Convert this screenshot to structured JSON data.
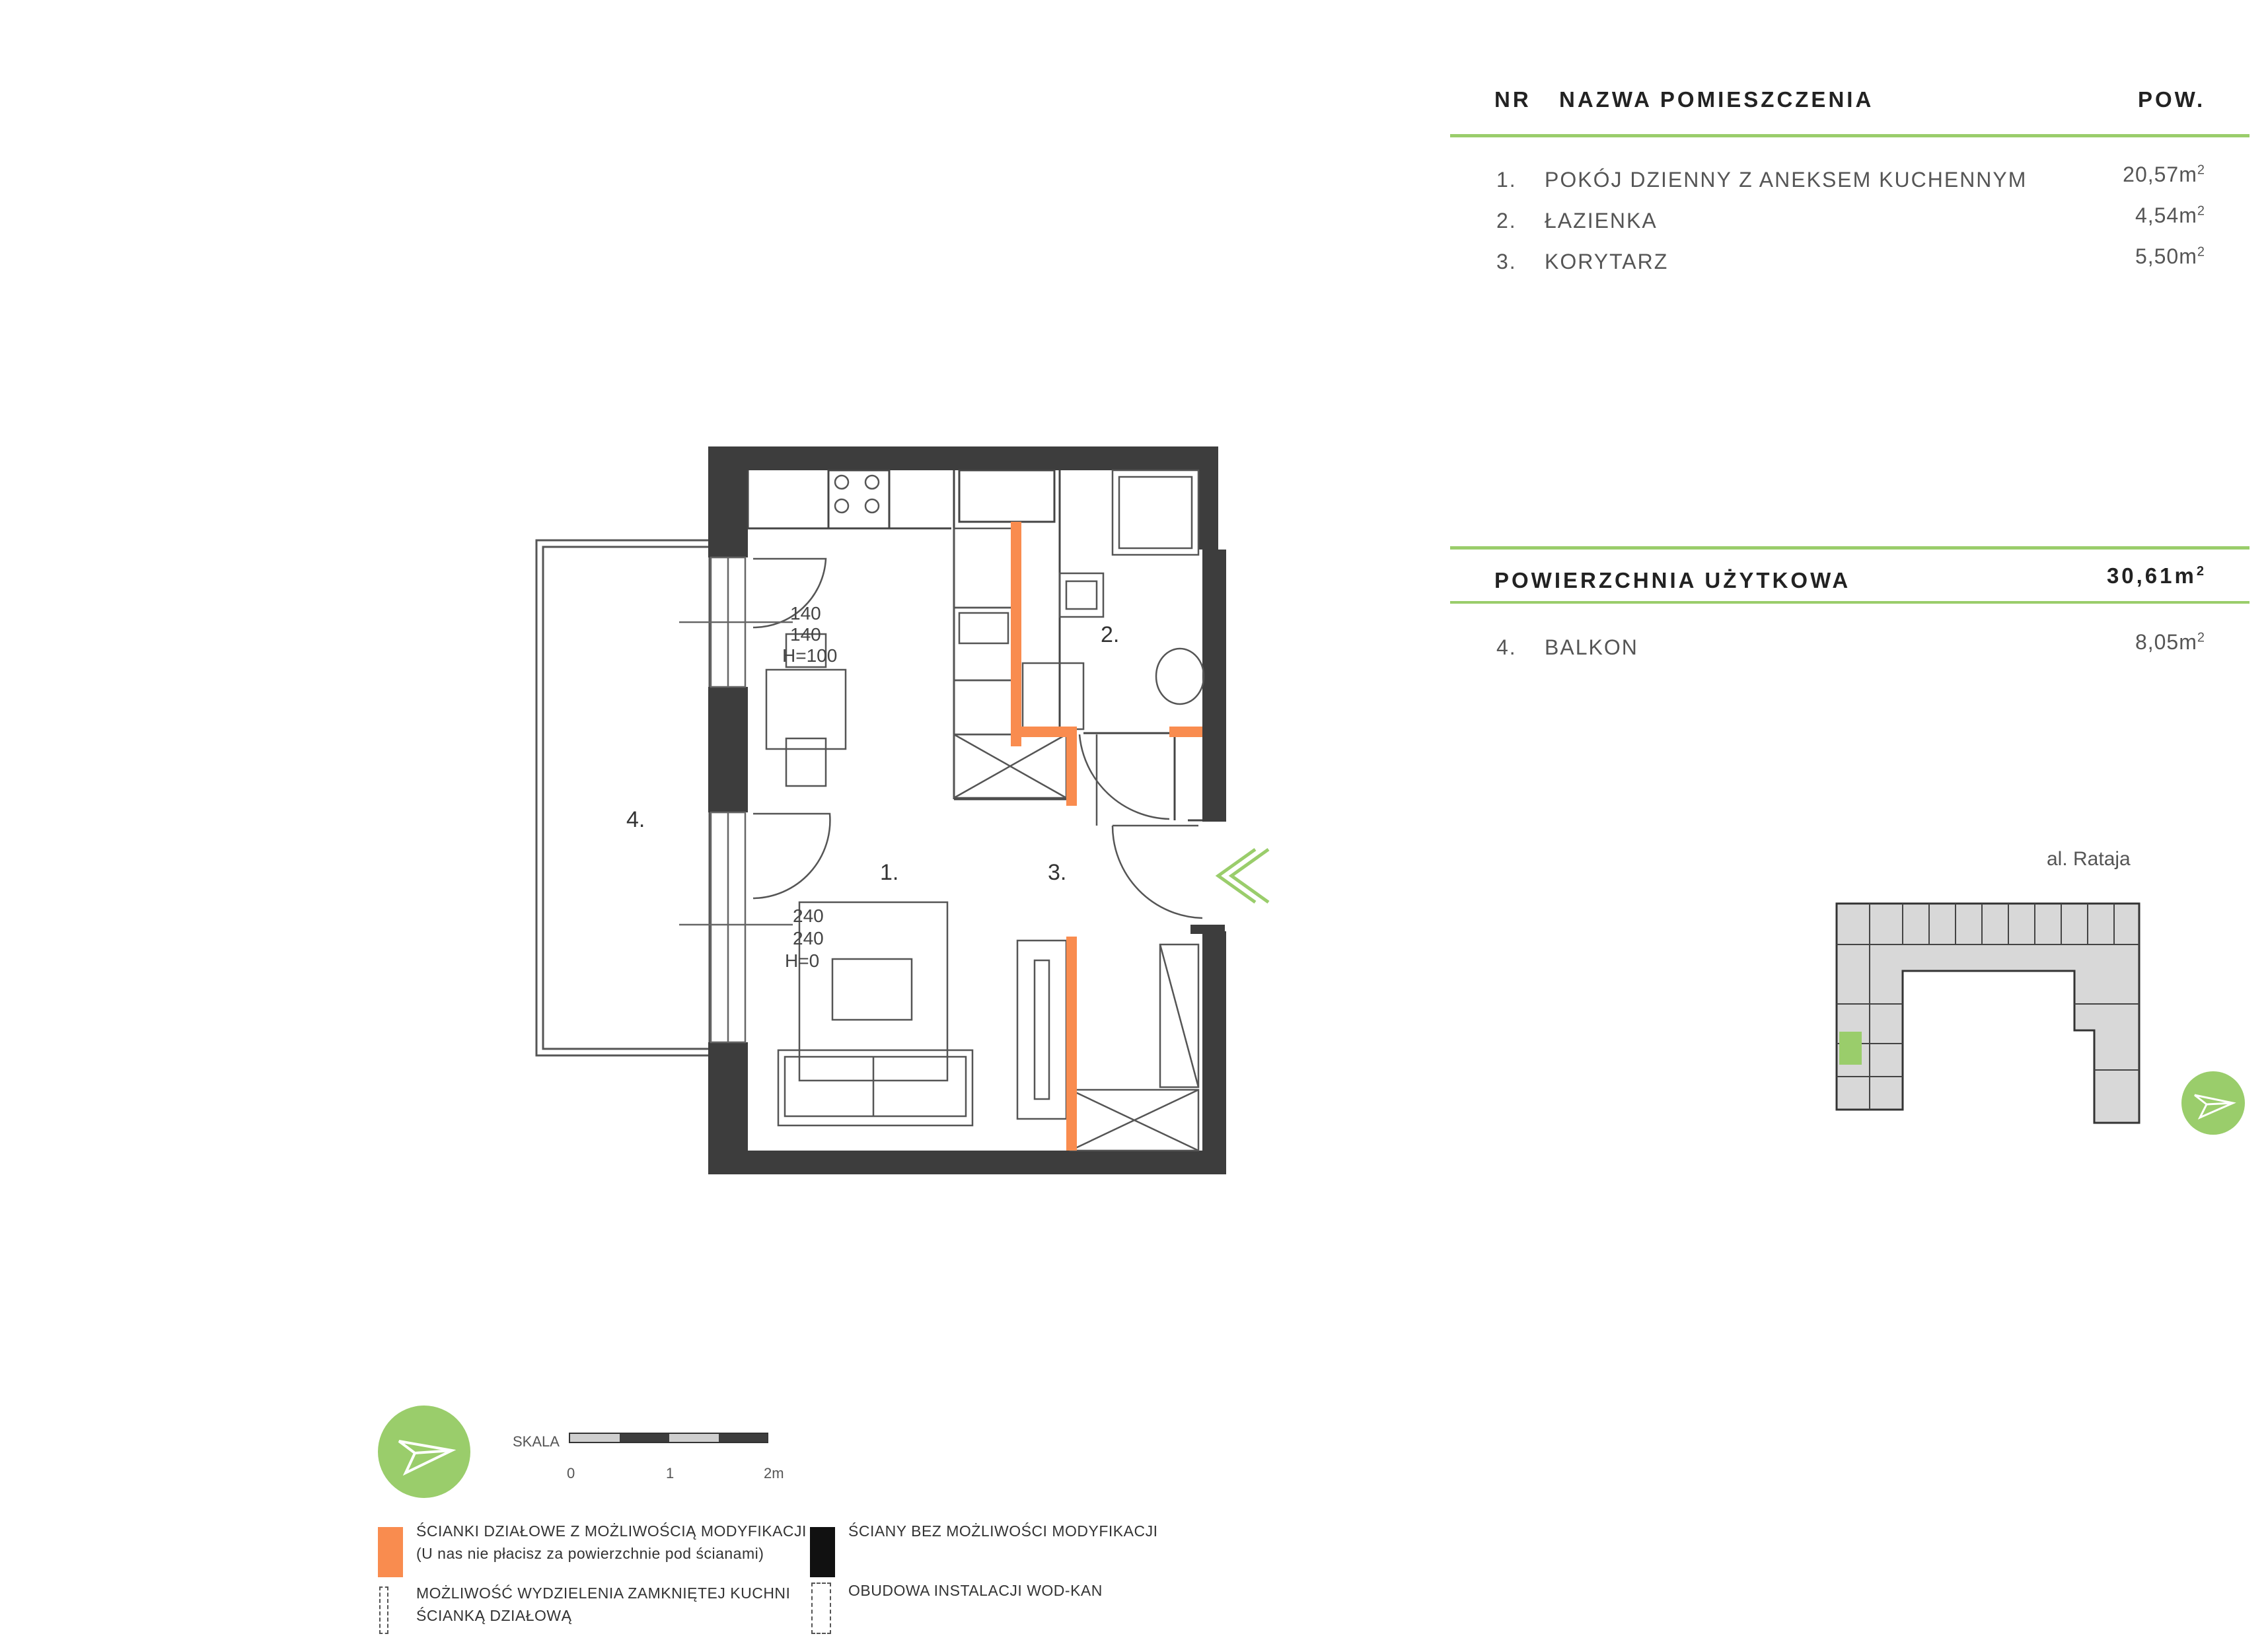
{
  "table": {
    "header": {
      "nr": "NR",
      "name": "NAZWA POMIESZCZENIA",
      "area": "POW."
    },
    "rooms": [
      {
        "nr": "1.",
        "name": "POKÓJ DZIENNY Z ANEKSEM KUCHENNYM",
        "area": "20,57m",
        "unit_sup": "2"
      },
      {
        "nr": "2.",
        "name": "ŁAZIENKA",
        "area": "4,54m",
        "unit_sup": "2"
      },
      {
        "nr": "3.",
        "name": "KORYTARZ",
        "area": "5,50m",
        "unit_sup": "2"
      }
    ],
    "usable": {
      "label": "POWIERZCHNIA UŻYTKOWA",
      "area": "30,61m",
      "unit_sup": "2"
    },
    "balcony": {
      "nr": "4.",
      "name": "BALKON",
      "area": "8,05m",
      "unit_sup": "2"
    }
  },
  "plan": {
    "room_labels": {
      "r1": "1.",
      "r2": "2.",
      "r3": "3.",
      "r4": "4."
    },
    "window_top": {
      "w1": "140",
      "w2": "140",
      "h": "H=100"
    },
    "window_bottom": {
      "w1": "240",
      "w2": "240",
      "h": "H=0"
    }
  },
  "site_map": {
    "street": "al. Rataja"
  },
  "scale": {
    "label": "SKALA",
    "ticks": [
      "0",
      "1",
      "2m"
    ]
  },
  "legend": {
    "modifiable_walls": "ŚCIANKI DZIAŁOWE Z MOŻLIWOŚCIĄ MODYFIKACJI",
    "modifiable_walls_note": "(U nas nie płacisz za powierzchnie pod ścianami)",
    "fixed_walls": "ŚCIANY BEZ MOŻLIWOŚCI MODYFIKACJI",
    "kitchen_wall_line1": "MOŻLIWOŚĆ WYDZIELENIA ZAMKNIĘTEJ KUCHNI",
    "kitchen_wall_line2": "ŚCIANKĄ DZIAŁOWĄ",
    "installation": "OBUDOWA INSTALACJI WOD-KAN"
  },
  "colors": {
    "accent_green": "#9acd6b",
    "modifiable_wall": "#f98c4f",
    "fixed_wall": "#3d3d3d"
  },
  "icons": [
    "compass-arrow-icon",
    "entrance-chevron-icon"
  ]
}
